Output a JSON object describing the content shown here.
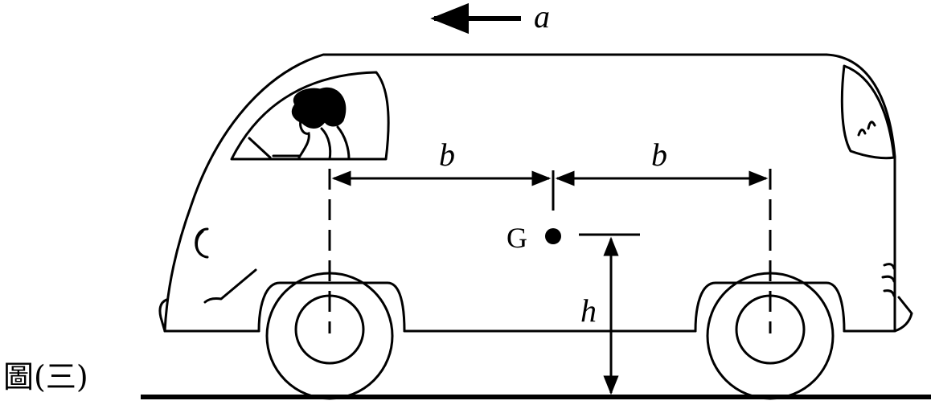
{
  "figure": {
    "caption": "圖(三)",
    "acceleration_label": "a",
    "distance_front_label": "b",
    "distance_rear_label": "b",
    "cg_label": "G",
    "height_label": "h",
    "colors": {
      "ink": "#000000",
      "background": "#ffffff"
    }
  }
}
